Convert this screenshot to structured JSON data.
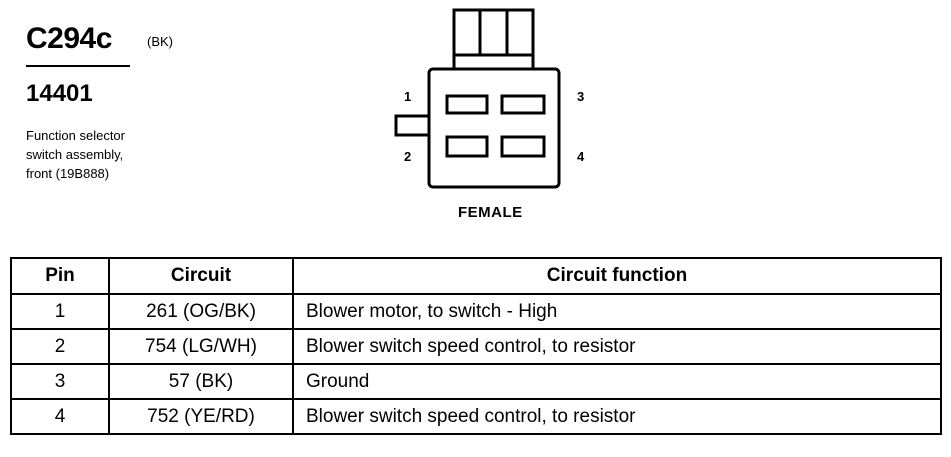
{
  "header": {
    "connector_id": "C294c",
    "color_code": "(BK)",
    "part_number": "14401",
    "description_lines": [
      "Function selector",
      "switch assembly,",
      "front (19B888)"
    ]
  },
  "connector": {
    "pin_labels": [
      "1",
      "2",
      "3",
      "4"
    ],
    "gender": "FEMALE"
  },
  "table": {
    "headers": [
      "Pin",
      "Circuit",
      "Circuit function"
    ],
    "rows": [
      {
        "pin": "1",
        "circuit": "261 (OG/BK)",
        "function": "Blower motor, to switch - High"
      },
      {
        "pin": "2",
        "circuit": "754 (LG/WH)",
        "function": "Blower switch speed control, to resistor"
      },
      {
        "pin": "3",
        "circuit": "57 (BK)",
        "function": "Ground"
      },
      {
        "pin": "4",
        "circuit": "752 (YE/RD)",
        "function": "Blower switch speed control, to resistor"
      }
    ]
  }
}
